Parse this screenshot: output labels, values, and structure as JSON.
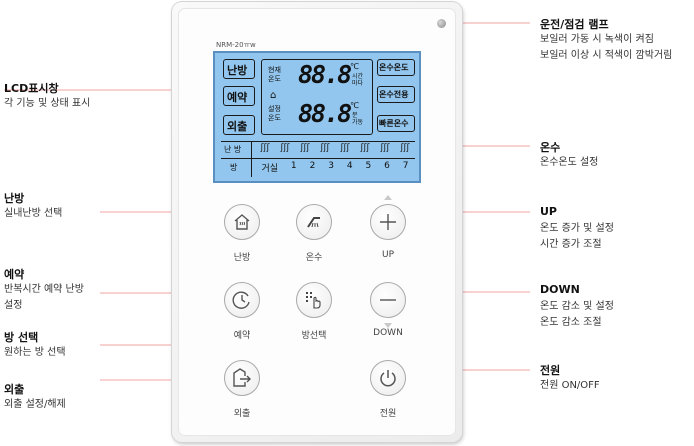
{
  "device": {
    "model": "NRM-20ㅠw",
    "lcd": {
      "left_buttons": [
        "난방",
        "예약",
        "외출"
      ],
      "current_temp_label": "현재\n온도",
      "set_temp_label": "설정\n온도",
      "current_value": "88.8",
      "set_value": "88.8",
      "unit_top": "℃",
      "unit_bottom": "℃",
      "time_label_top": "시간\n마다",
      "time_label_bottom": "분\n가동",
      "right_buttons": [
        "온수온도",
        "온수전용",
        "빠른온수"
      ],
      "row_heating_label": "난 방",
      "row_room_label": "방",
      "rooms": [
        "거실",
        "1",
        "2",
        "3",
        "4",
        "5",
        "6",
        "7"
      ]
    },
    "buttons": {
      "heating": "난방",
      "hotwater": "온수",
      "up": "UP",
      "reserve": "예약",
      "room_select": "방선택",
      "down": "DOWN",
      "away": "외출",
      "power": "전원"
    }
  },
  "annotations": {
    "lcd": {
      "title": "LCD표시창",
      "desc": "각 기능 및 상태 표시"
    },
    "heating": {
      "title": "난방",
      "desc": "실내난방 선택"
    },
    "reserve": {
      "title": "예약",
      "desc1": "반복시간 예약 난방",
      "desc2": "설정"
    },
    "room": {
      "title": "방 선택",
      "desc": "원하는 방 선택"
    },
    "away": {
      "title": "외출",
      "desc": "외출 설정/해제"
    },
    "lamp": {
      "title": "운전/점검 램프",
      "desc1": "보일러 가동 시 녹색이 켜짐",
      "desc2": "보일러 이상 시 적색이 깜박거림"
    },
    "hotwater": {
      "title": "온수",
      "desc": "온수온도 설정"
    },
    "up": {
      "title": "UP",
      "desc1": "온도 증가 및 설정",
      "desc2": "시간 증가 조절"
    },
    "down": {
      "title": "DOWN",
      "desc1": "온도 감소 및 설정",
      "desc2": "온도 감소 조절"
    },
    "power": {
      "title": "전원",
      "desc": "전원 ON/OFF"
    }
  },
  "colors": {
    "lcd_bg": "#92c6ee",
    "lcd_border": "#5a8fc2",
    "leader_line": "#f0a0a0"
  }
}
